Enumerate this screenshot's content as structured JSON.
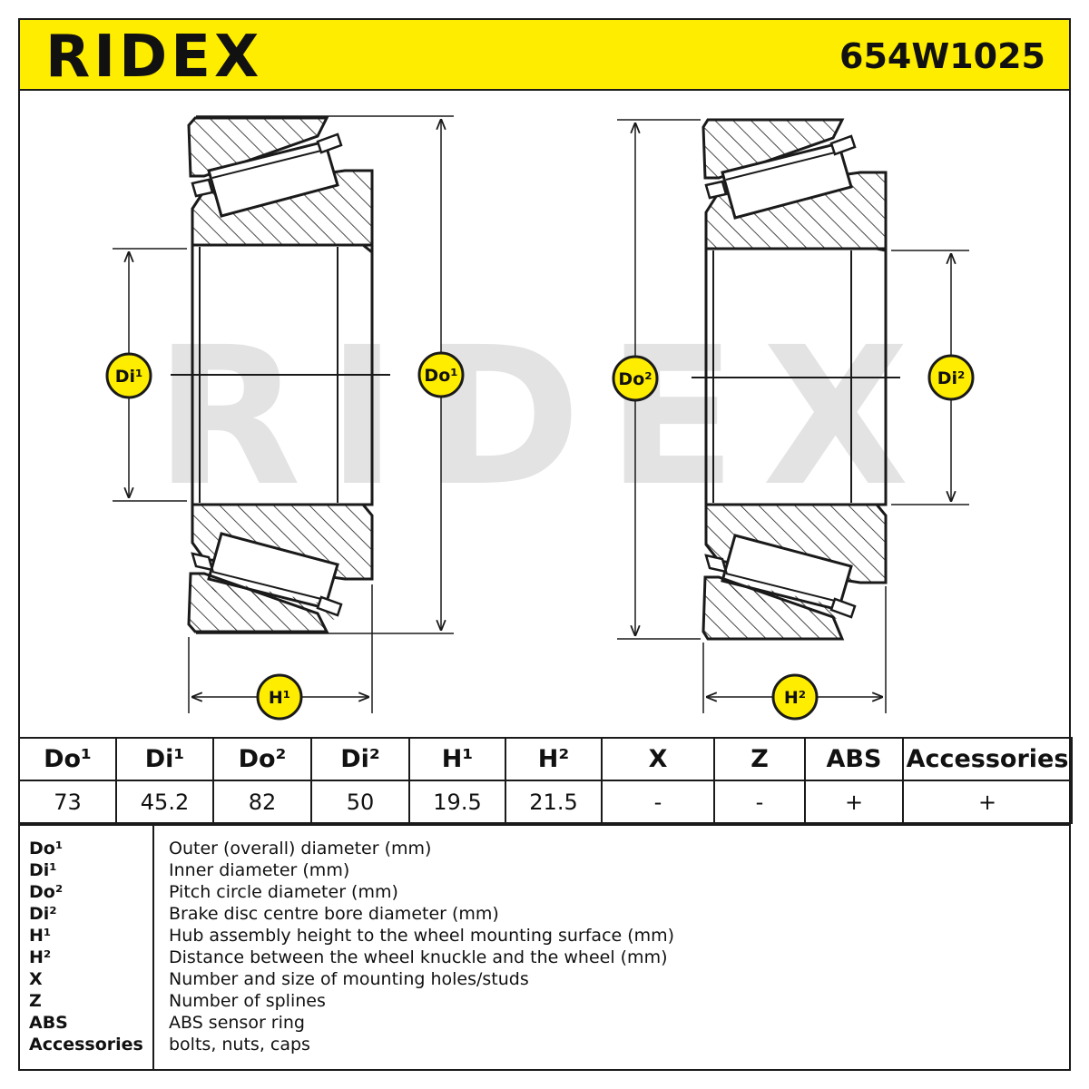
{
  "header": {
    "brand": "RIDEX",
    "part_number": "654W1025"
  },
  "colors": {
    "accent_yellow": "#ffed00",
    "ink": "#1a1a1a",
    "watermark": "#e3e3e3"
  },
  "drawing": {
    "watermark_text": "RIDEX",
    "labels": {
      "di1": "Di¹",
      "do1": "Do¹",
      "do2": "Do²",
      "di2": "Di²",
      "h1": "H¹",
      "h2": "H²"
    }
  },
  "table": {
    "headers": [
      "Do¹",
      "Di¹",
      "Do²",
      "Di²",
      "H¹",
      "H²",
      "X",
      "Z",
      "ABS",
      "Accessories"
    ],
    "values": [
      "73",
      "45.2",
      "82",
      "50",
      "19.5",
      "21.5",
      "-",
      "-",
      "+",
      "+"
    ]
  },
  "legend": [
    {
      "abbr": "Do¹",
      "desc": "Outer (overall) diameter (mm)"
    },
    {
      "abbr": "Di¹",
      "desc": "Inner diameter (mm)"
    },
    {
      "abbr": "Do²",
      "desc": "Pitch circle diameter (mm)"
    },
    {
      "abbr": "Di²",
      "desc": "Brake disc centre bore diameter (mm)"
    },
    {
      "abbr": "H¹",
      "desc": "Hub assembly height to the wheel mounting surface (mm)"
    },
    {
      "abbr": "H²",
      "desc": "Distance between the wheel knuckle and the wheel (mm)"
    },
    {
      "abbr": "X",
      "desc": "Number and size of mounting holes/studs"
    },
    {
      "abbr": "Z",
      "desc": "Number of splines"
    },
    {
      "abbr": "ABS",
      "desc": "ABS sensor ring"
    },
    {
      "abbr": "Accessories",
      "desc": "bolts, nuts, caps"
    }
  ]
}
